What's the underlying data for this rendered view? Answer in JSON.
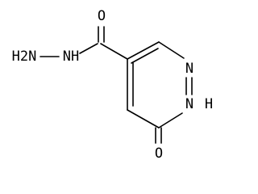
{
  "molecule": {
    "atoms": {
      "carbonyl_o": "O",
      "hydrazide_nh2": "H2N",
      "hydrazide_nh": "NH",
      "ring_n": "N",
      "ring_nh": "N",
      "ring_h": "H",
      "keto_o": "O"
    }
  }
}
